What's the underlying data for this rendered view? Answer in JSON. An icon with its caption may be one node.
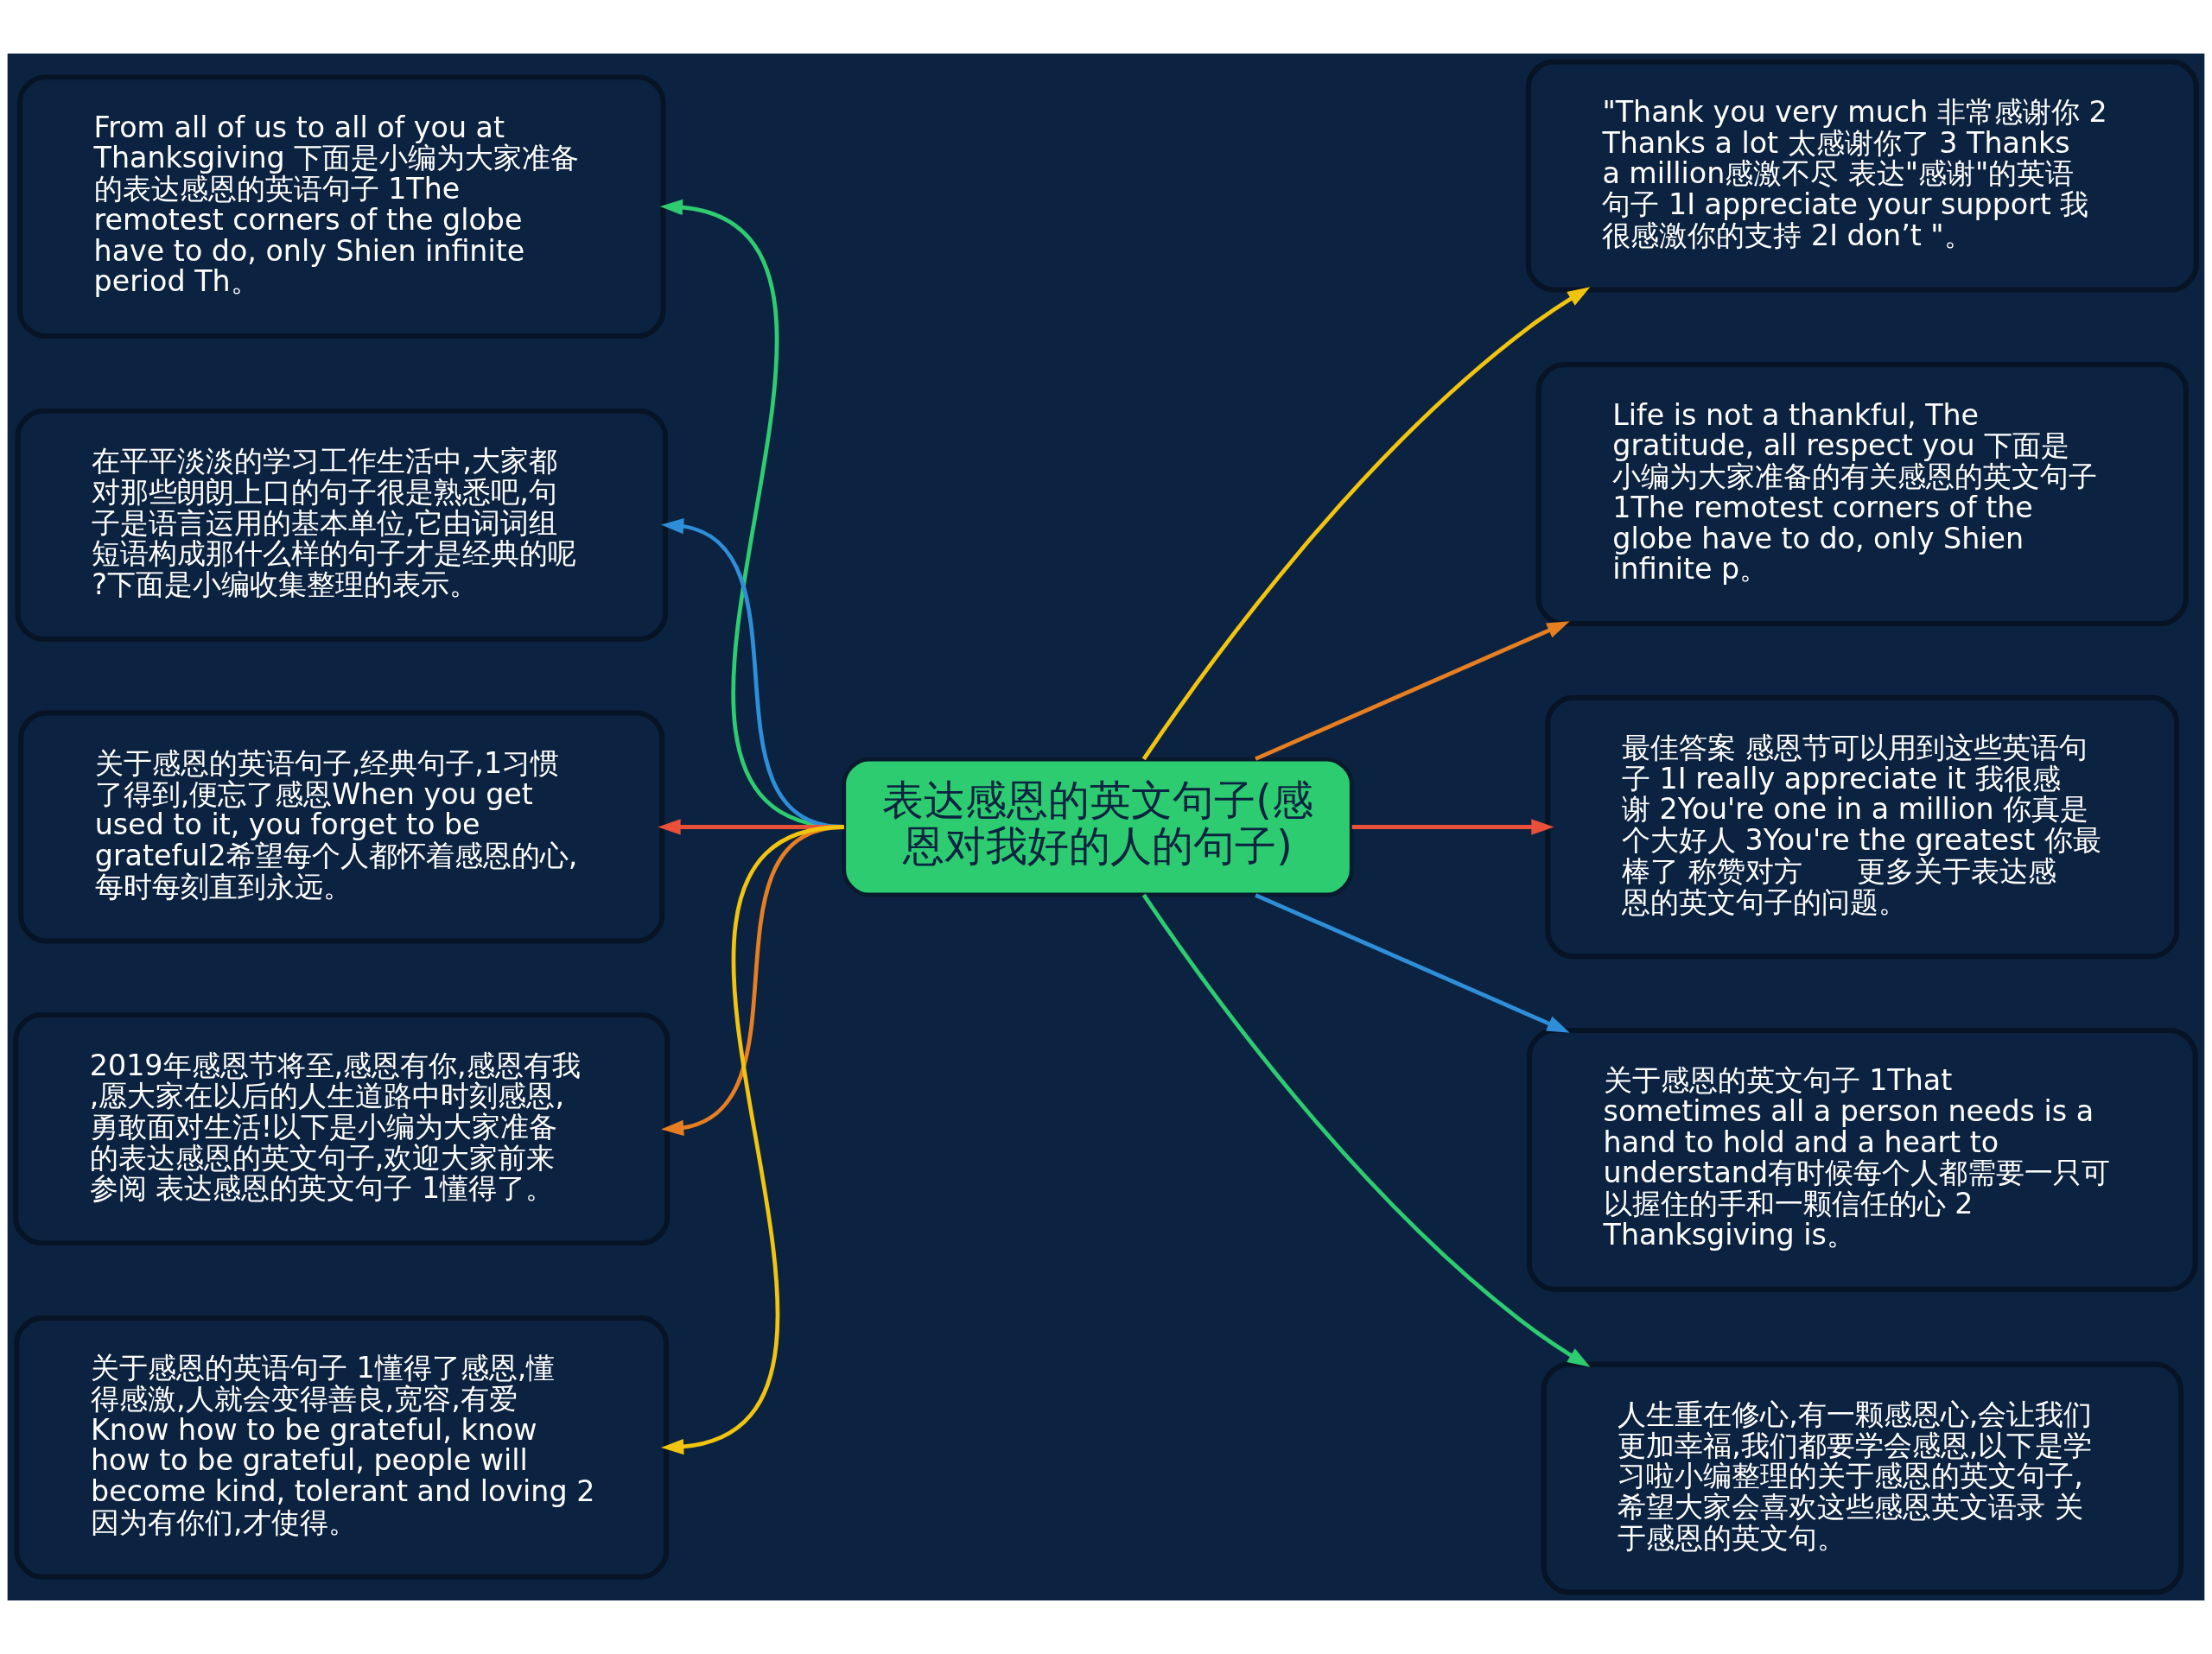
{
  "diagram": {
    "nodes": [
      {
        "text": [
          "表达感恩的英文句子(感恩对我好的人的句子)"
        ]
      },
      {
        "text": [
          "From all of us to all of you at Thanksgiving 下面是小编为大家准备的表达感恩的英语句子 1The remotest corners of the globe have to do, only Shien infinite period Th。"
        ]
      },
      {
        "text": [
          "在平平淡淡的学习工作生活中,大家都对那些朗朗上口的句子很是熟悉吧,句子是语言运用的基本单位,它由词词组短语构成那什么样的句子才是经典的呢?下面是小编收集整理的表示。"
        ]
      },
      {
        "text": [
          "关于感恩的英语句子,经典句子,1习惯了得到,便忘了感恩When you get used to it, you forget to be grateful2希望每个人都怀着感恩的心,每时每刻直到永远。"
        ]
      },
      {
        "text": [
          "2019年感恩节将至,感恩有你,感恩有我,愿大家在以后的人生道路中时刻感恩,勇敢面对生活!以下是小编为大家准备的表达感恩的英文句子,欢迎大家前来参阅 表达感恩的英文句子 1懂得了。"
        ]
      },
      {
        "text": [
          "关于感恩的英语句子 1懂得了感恩,懂得感激,人就会变得善良,宽容,有爱Know how to be grateful, know  how to be grateful, people will become kind, tolerant and loving 2因为有你们,才使得。"
        ]
      },
      {
        "text": [
          "\"Thank you very much 非常感谢你 2 Thanks a lot 太感谢你了 3 Thanks a million感激不尽 表达\"感谢\"的英语句子 1I appreciate your support 我很感激你的支持 2I don’t \"。"
        ]
      },
      {
        "text": [
          "Life is not a thankful, The gratitude, all respect you 下面是小编为大家准备的有关感恩的英文句子 1The remotest corners of the globe have to do, only Shien infinite p。"
        ]
      },
      {
        "text": [
          "最佳答案 感恩节可以用到这些英语句子 1I really appreciate it 我很感谢 2You're one in a million 你真是个大好人 3You're the greatest 你最棒了 称赞对方      更多关于表达感恩的英文句子的问题。"
        ]
      },
      {
        "text": [
          "关于感恩的英文句子 1That sometimes all a person needs is a hand to hold and a heart to understand有时候每个人都需要一只可以握住的手和一颗信任的心 2 Thanksgiving is。"
        ]
      },
      {
        "text": [
          "人生重在修心,有一颗感恩心,会让我们更加幸福,我们都要学会感恩,以下是学习啦小编整理的关于感恩的英文句子,希望大家会喜欢这些感恩英文语录 关于感恩的英文句。"
        ]
      }
    ],
    "edges": [
      {
        "from": 0,
        "to": 1,
        "arrow": "to",
        "color": "#2ecc71"
      },
      {
        "from": 0,
        "to": 2,
        "arrow": "to",
        "color": "#2e8fd8"
      },
      {
        "from": 0,
        "to": 3,
        "arrow": "to",
        "color": "#e8503a"
      },
      {
        "from": 0,
        "to": 4,
        "arrow": "to",
        "color": "#e67e22"
      },
      {
        "from": 0,
        "to": 5,
        "arrow": "to",
        "color": "#f1c40f"
      },
      {
        "from": 0,
        "to": 6,
        "arrow": "to",
        "color": "#f1c40f"
      },
      {
        "from": 0,
        "to": 7,
        "arrow": "to",
        "color": "#e67e22"
      },
      {
        "from": 0,
        "to": 8,
        "arrow": "to",
        "color": "#e8503a"
      },
      {
        "from": 0,
        "to": 9,
        "arrow": "to",
        "color": "#2e8fd8"
      },
      {
        "from": 0,
        "to": 10,
        "arrow": "to",
        "color": "#2ecc71"
      }
    ]
  }
}
